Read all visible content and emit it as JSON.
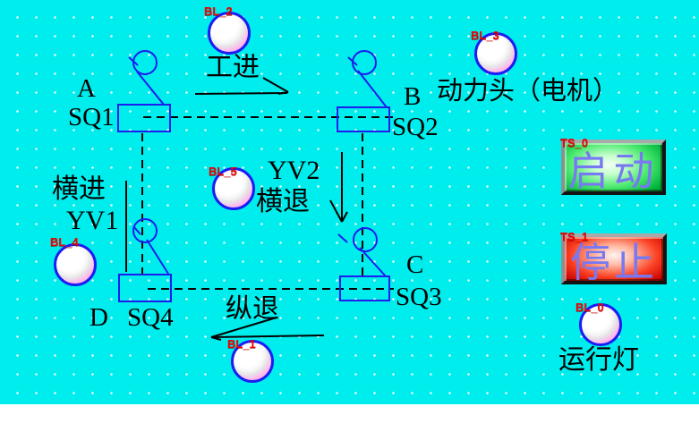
{
  "switches": [
    {
      "point": "A",
      "name": "SQ1"
    },
    {
      "point": "B",
      "name": "SQ2"
    },
    {
      "point": "C",
      "name": "SQ3"
    },
    {
      "point": "D",
      "name": "SQ4"
    }
  ],
  "labels": {
    "work_advance": "工进",
    "power_head": "动力头（电机）",
    "cross_advance": "横进",
    "yv1": "YV1",
    "yv2": "YV2",
    "cross_retract": "横退",
    "long_retract": "纵退",
    "run_lamp": "运行灯"
  },
  "lamps": [
    {
      "tag": "BL_2"
    },
    {
      "tag": "BL_3"
    },
    {
      "tag": "BL_5"
    },
    {
      "tag": "BL_4"
    },
    {
      "tag": "BL_1"
    },
    {
      "tag": "BL_0"
    }
  ],
  "buttons": {
    "start": {
      "tag": "TS_0",
      "label": "启动"
    },
    "stop": {
      "tag": "TS_1",
      "label": "停止"
    }
  },
  "colors": {
    "background": "#00EDED",
    "switch_blue": "#1d1dee",
    "tag_red": "#F00000",
    "button_text_purple": "#7878F2",
    "start_green": "#00B43C",
    "stop_red": "#DD1000",
    "lamp_pink": "#FF93E2"
  }
}
